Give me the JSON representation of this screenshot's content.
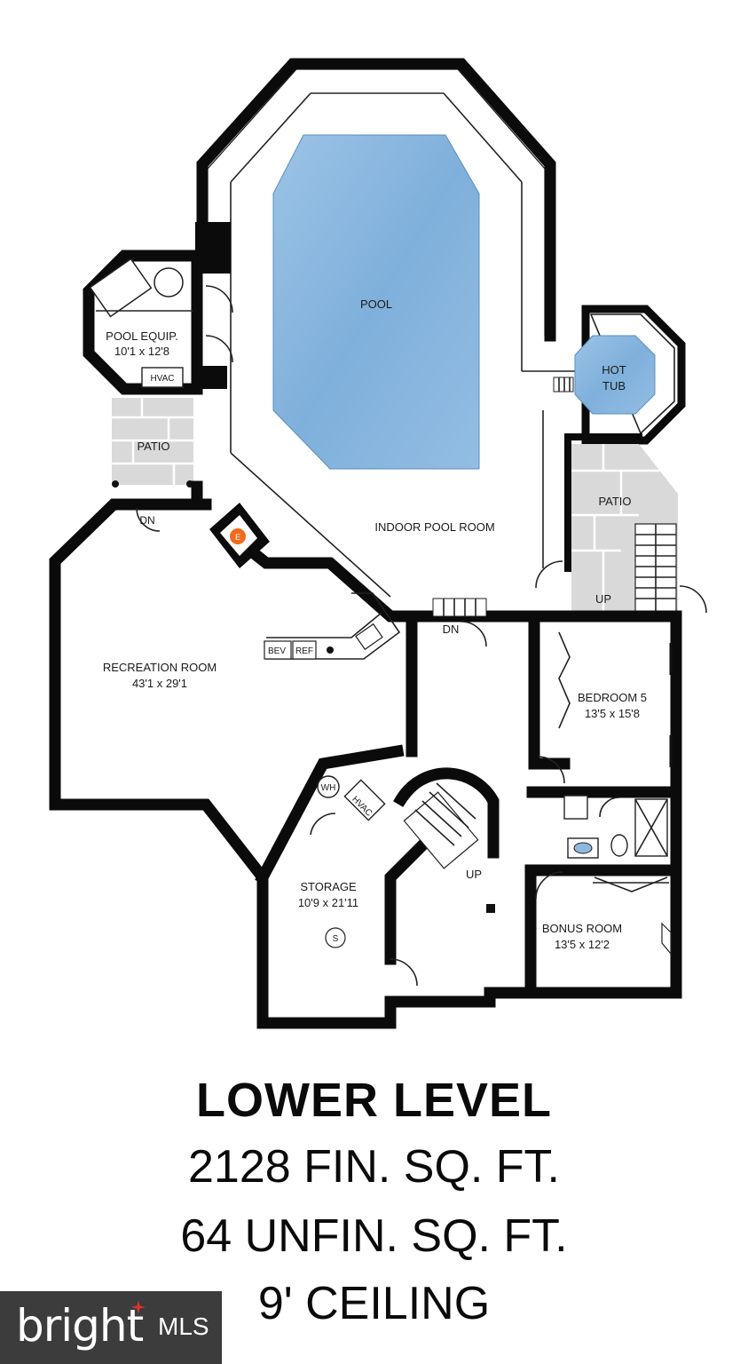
{
  "rooms": {
    "pool": "POOL",
    "hot_tub_line1": "HOT",
    "hot_tub_line2": "TUB",
    "pool_equip_name": "POOL EQUIP.",
    "pool_equip_dims": "10'1 x 12'8",
    "hvac_pool": "HVAC",
    "patio_left": "PATIO",
    "patio_right": "PATIO",
    "indoor_pool_room": "INDOOR POOL ROOM",
    "recreation_name": "RECREATION ROOM",
    "recreation_dims": "43'1 x 29'1",
    "bev": "BEV",
    "ref": "REF",
    "bedroom5_name": "BEDROOM 5",
    "bedroom5_dims": "13'5 x 15'8",
    "storage_name": "STORAGE",
    "storage_dims": "10'9 x 21'11",
    "bonus_name": "BONUS ROOM",
    "bonus_dims": "13'5 x 12'2",
    "wh": "WH",
    "hvac_storage": "HVAC",
    "sump": "S",
    "fireplace": "E",
    "dn_patio": "DN",
    "dn_pool": "DN",
    "up_patio": "UP",
    "up_stairs": "UP"
  },
  "summary": {
    "level": "LOWER LEVEL",
    "finished": "2128 FIN. SQ. FT.",
    "unfinished": "64 UNFIN. SQ. FT.",
    "ceiling": "9' CEILING"
  },
  "logo": {
    "brand": "bright",
    "suffix": "MLS"
  },
  "colors": {
    "pool_water": "#8fb8de",
    "patio": "#d9d9d9",
    "walls": "#0b0b0b",
    "fireplace": "#f26a1b",
    "logo_bg": "#3c3c3c"
  }
}
